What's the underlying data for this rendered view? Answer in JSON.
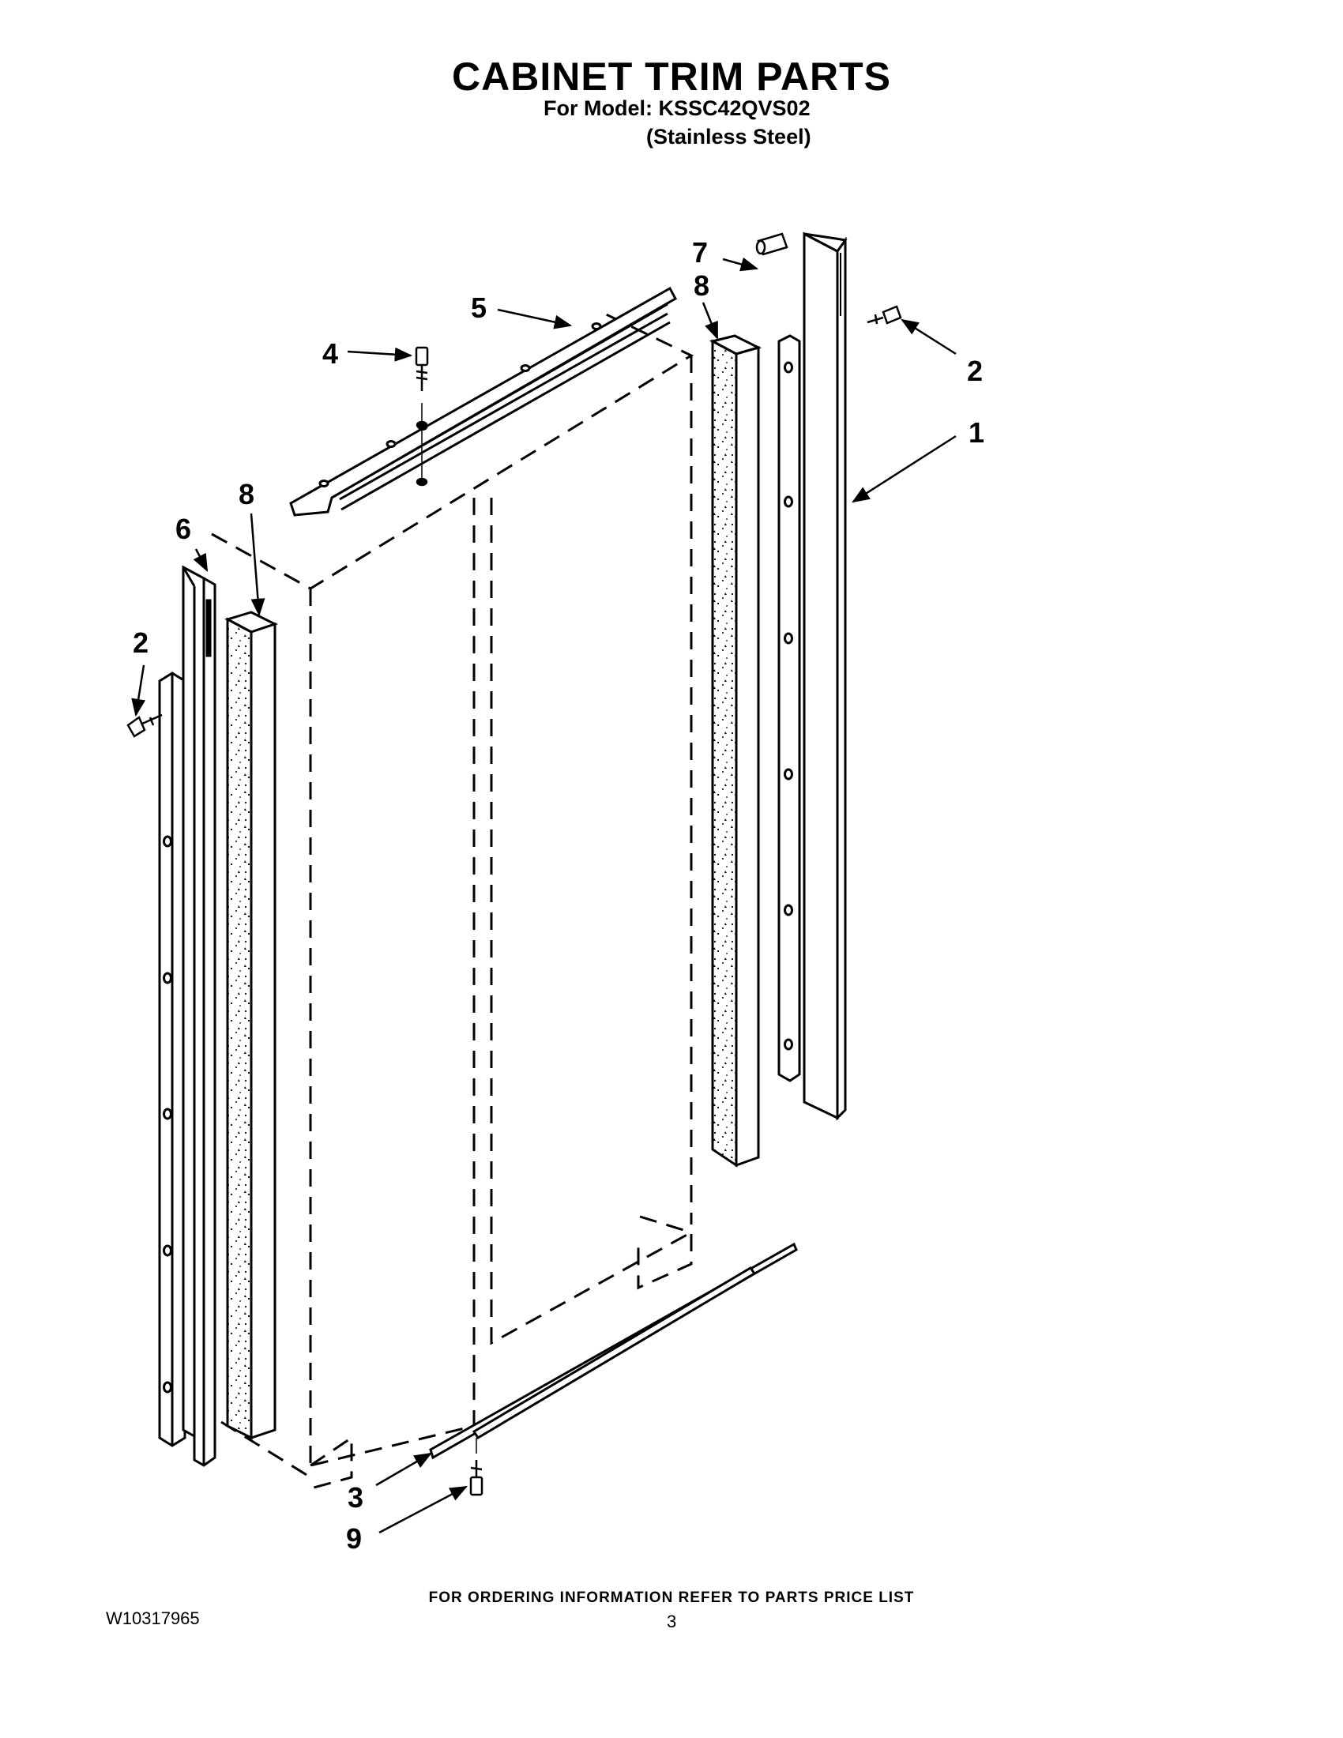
{
  "header": {
    "title": "CABINET TRIM PARTS",
    "model_line": "For Model: KSSC42QVS02",
    "variant_line": "(Stainless Steel)"
  },
  "callouts": {
    "c1": "1",
    "c2_right": "2",
    "c2_left": "2",
    "c3": "3",
    "c4": "4",
    "c5": "5",
    "c6": "6",
    "c7": "7",
    "c8_right": "8",
    "c8_left": "8",
    "c9": "9"
  },
  "footer": {
    "ordering_note": "FOR ORDERING INFORMATION REFER TO PARTS PRICE LIST",
    "document_id": "W10317965",
    "page_number": "3"
  }
}
